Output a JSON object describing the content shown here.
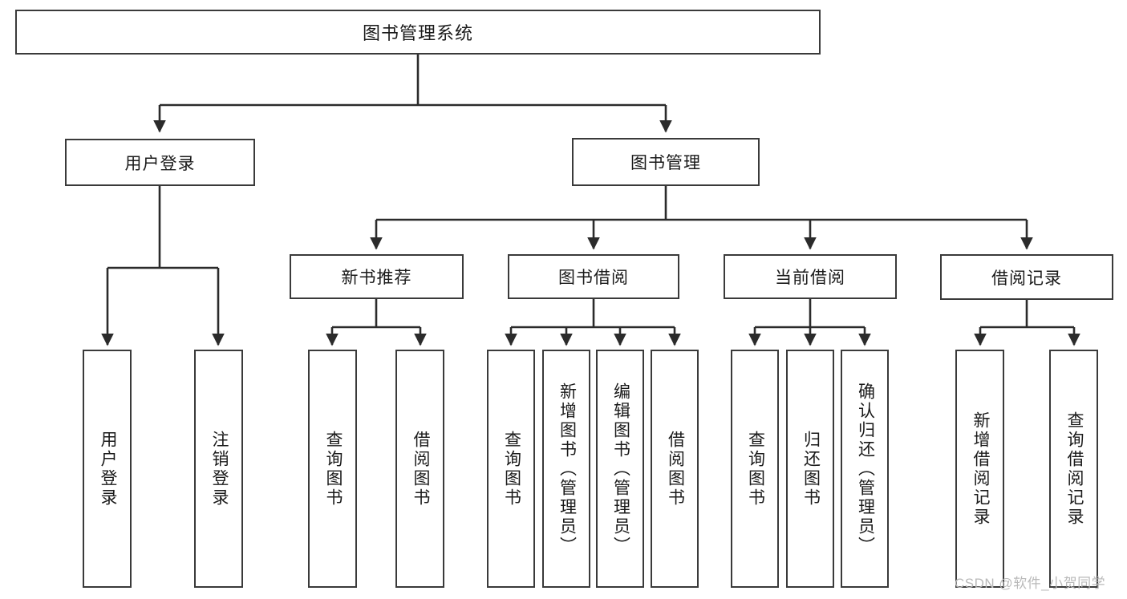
{
  "diagram": {
    "type": "tree-hierarchy",
    "title": "图书管理系统",
    "watermark": "CSDN @软件_小贺同学",
    "colors": {
      "box_border": "#3a3a3a",
      "box_fill": "#ffffff",
      "connector": "#2b2b2b",
      "text": "#1a1a1a",
      "watermark": "#b9b9b9",
      "background": "#ffffff"
    },
    "levels": {
      "root": "图书管理系统",
      "level2": [
        "用户登录",
        "图书管理"
      ],
      "level3": [
        "新书推荐",
        "图书借阅",
        "当前借阅",
        "借阅记录"
      ]
    },
    "nodes": {
      "root": {
        "label": "图书管理系统"
      },
      "user_login": {
        "label": "用户登录"
      },
      "book_manage": {
        "label": "图书管理"
      },
      "new_book_rec": {
        "label": "新书推荐"
      },
      "book_borrow": {
        "label": "图书借阅"
      },
      "current_borrow": {
        "label": "当前借阅"
      },
      "borrow_record": {
        "label": "借阅记录"
      }
    },
    "leaves": {
      "user_login": [
        {
          "label": "用户登录"
        },
        {
          "label": "注销登录"
        }
      ],
      "new_book_rec": [
        {
          "label": "查询图书"
        },
        {
          "label": "借阅图书"
        }
      ],
      "book_borrow": [
        {
          "label": "查询图书"
        },
        {
          "label": "新增图书（管理员）"
        },
        {
          "label": "编辑图书（管理员）"
        },
        {
          "label": "借阅图书"
        }
      ],
      "current_borrow": [
        {
          "label": "查询图书"
        },
        {
          "label": "归还图书"
        },
        {
          "label": "确认归还（管理员）"
        }
      ],
      "borrow_record": [
        {
          "label": "新增借阅记录"
        },
        {
          "label": "查询借阅记录"
        }
      ]
    }
  }
}
